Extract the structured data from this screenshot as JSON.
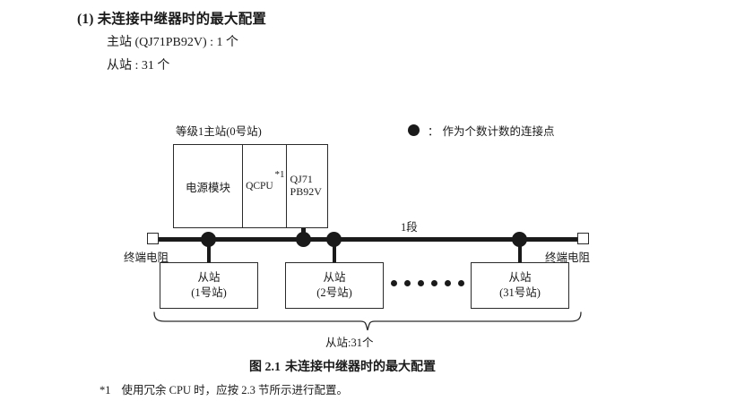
{
  "heading": {
    "number": "(1)",
    "title": "未连接中继器时的最大配置",
    "spec_master": "主站 (QJ71PB92V) : 1 个",
    "spec_slave": "从站 : 31 个"
  },
  "legend": {
    "marker": "connection-point-dot",
    "colon": "：",
    "text": "作为个数计数的连接点"
  },
  "diagram": {
    "rack_label": "等级1主站(0号站)",
    "rack": {
      "power_module": "电源模块",
      "cpu_module": "QCPU",
      "cpu_footnote_mark": "*1",
      "network_module_line1": "QJ71",
      "network_module_line2": "PB92V"
    },
    "segment_label": "1段",
    "terminator_left": "终端电阻",
    "terminator_right": "终端电阻",
    "slaves": [
      {
        "name": "从站",
        "station": "(1号站)"
      },
      {
        "name": "从站",
        "station": "(2号站)"
      },
      {
        "name": "从站",
        "station": "(31号站)"
      }
    ],
    "ellipsis_dot_count": 6,
    "brace_label": "从站:31个"
  },
  "caption": {
    "number": "图 2.1",
    "text": "未连接中继器时的最大配置"
  },
  "footnote": {
    "mark": "*1",
    "text": "使用冗余 CPU 时，应按 2.3 节所示进行配置。"
  },
  "colors": {
    "ink": "#1a1a1a",
    "line": "#2a2a2a",
    "background": "#ffffff"
  }
}
